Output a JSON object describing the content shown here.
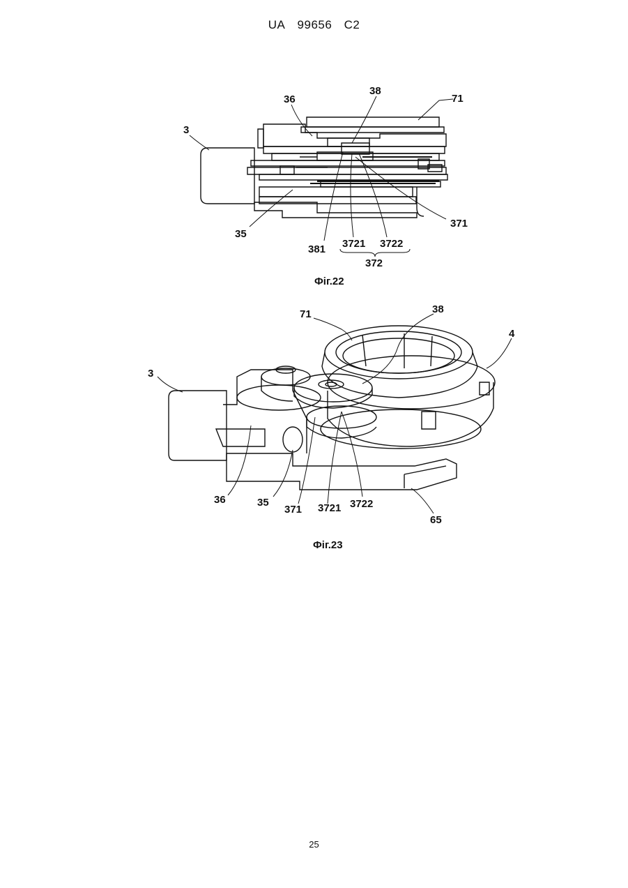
{
  "header": {
    "office": "UA",
    "number": "99656",
    "kind": "C2"
  },
  "fig22": {
    "caption": "Фіг.22",
    "labels": {
      "l3": "3",
      "l36": "36",
      "l38": "38",
      "l71": "71",
      "l35": "35",
      "l371": "371",
      "l381": "381",
      "l3721": "3721",
      "l3722": "3722",
      "l372": "372"
    }
  },
  "fig23": {
    "caption": "Фіг.23",
    "labels": {
      "l71": "71",
      "l38": "38",
      "l4": "4",
      "l3": "3",
      "l36": "36",
      "l35": "35",
      "l371": "371",
      "l3721": "3721",
      "l3722": "3722",
      "l65": "65"
    }
  },
  "page_number": "25"
}
